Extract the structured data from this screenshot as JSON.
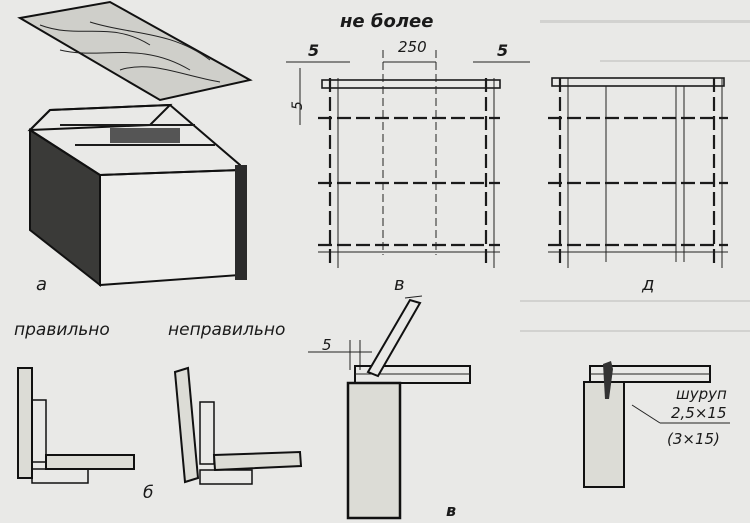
{
  "labels": {
    "fig_a": "а",
    "fig_v": "в",
    "fig_d": "д",
    "fig_b": "б",
    "fig_g": "в",
    "correct": "правильно",
    "incorrect": "неправильно",
    "not_more": "не более",
    "spacing": "250",
    "margin_left": "5",
    "margin_right": "5",
    "margin_top": "5",
    "margin_joint": "5",
    "screw": "шуруп",
    "screw_size": "2,5×15",
    "screw_size_alt": "(3×15)"
  },
  "colors": {
    "paper": "#e9e9e7",
    "ink": "#1b1b1b"
  }
}
